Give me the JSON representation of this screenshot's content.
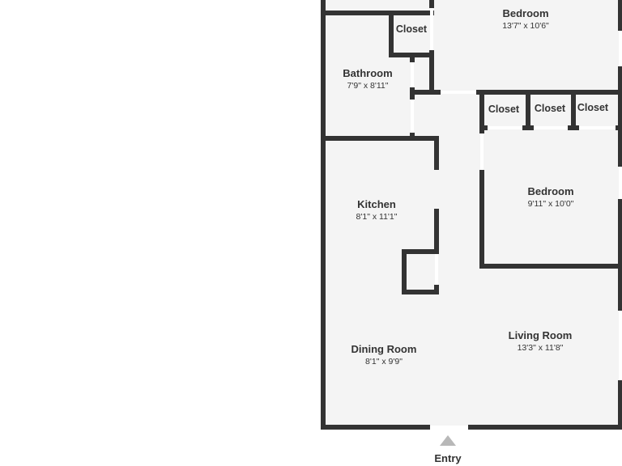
{
  "floorplan": {
    "colors": {
      "wall": "#333333",
      "floor": "#f4f4f4",
      "opening": "#ffffff",
      "text": "#333333",
      "entry_marker": "#b8b8b8"
    },
    "rooms": {
      "bedroom_top": {
        "name": "Bedroom",
        "dims": "13'7\" x 10'6\""
      },
      "bathroom": {
        "name": "Bathroom",
        "dims": "7'9\" x 8'11\""
      },
      "bedroom_mid": {
        "name": "Bedroom",
        "dims": "9'11\" x 10'0\""
      },
      "kitchen": {
        "name": "Kitchen",
        "dims": "8'1\" x 11'1\""
      },
      "living_room": {
        "name": "Living Room",
        "dims": "13'3\" x 11'8\""
      },
      "dining_room": {
        "name": "Dining Room",
        "dims": "8'1\" x 9'9\""
      }
    },
    "closets": {
      "bath_closet": "Closet",
      "closet_1": "Closet",
      "closet_2": "Closet",
      "closet_3": "Closet"
    },
    "entry": {
      "label": "Entry"
    }
  }
}
